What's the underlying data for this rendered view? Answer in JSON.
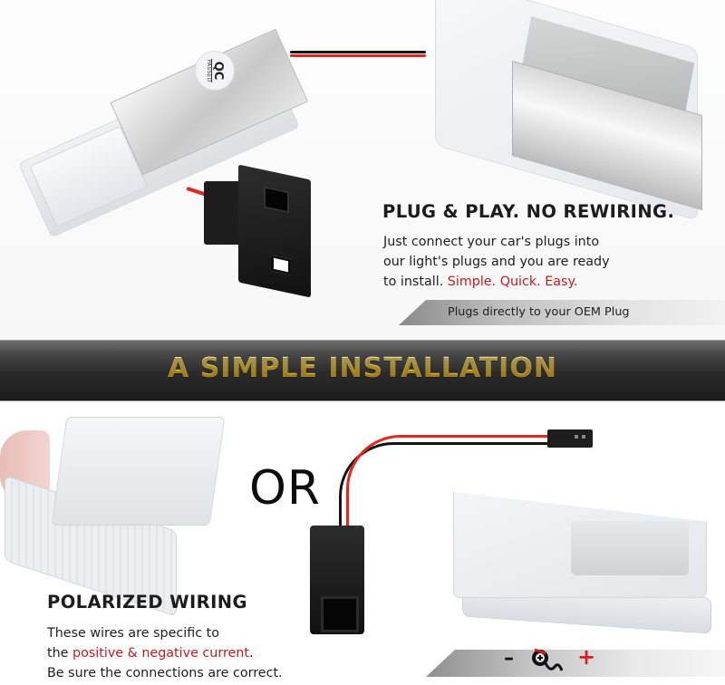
{
  "top_section": {
    "qc_sticker": {
      "line1": "QC",
      "line2": "PASSED"
    },
    "heading": "PLUG & PLAY. NO REWIRING.",
    "body_line1": "Just connect your car's plugs into",
    "body_line2": "our light's plugs and you are ready",
    "body_line3_prefix": "to install. ",
    "body_line3_highlight": "Simple. Quick. Easy.",
    "strip_label": "Plugs directly to your OEM Plug"
  },
  "banner": {
    "title": "A SIMPLE INSTALLATION"
  },
  "bottom_section": {
    "or_label": "OR",
    "heading": "POLARIZED WIRING",
    "body_line1": "These wires are specific to",
    "body_line2_prefix": "the ",
    "body_line2_highlight": "positive & negative current",
    "body_line2_suffix": ".",
    "body_line3": "Be sure the connections are correct.",
    "polarity": {
      "negative": "–",
      "positive": "+"
    }
  },
  "colors": {
    "accent_red": "#c8181f",
    "banner_dark": "#1b1b1b",
    "banner_gold": "#ffd54a",
    "text_dark": "#1c1c1c",
    "wire_red": "#e0261f",
    "wire_black": "#141414"
  },
  "icons": {
    "polarity_plug": "plug-with-cord-icon"
  }
}
